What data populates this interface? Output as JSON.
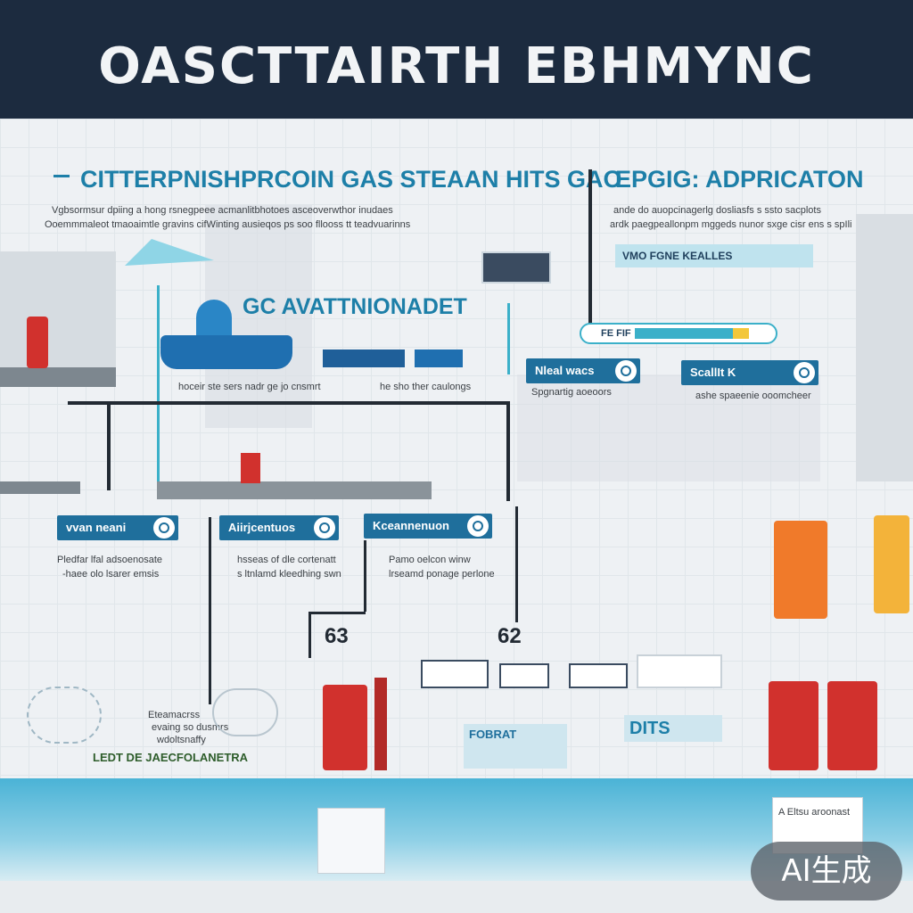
{
  "header": {
    "title": "OASCTTAIRTH EBHMYNC"
  },
  "section_top_left": {
    "headline": "CITTERPNISHPRCOIN GAS STEAAN HITS GAO",
    "body_line1": "Vgbsormsur dpiing a hong rsnegpeee acmanlitbhotoes asceoverwthor inudaes",
    "body_line2": "Ooemmmaleot tmaoaimtle gravins cifWinting ausieqos ps soo fllooss tt teadvuarinns"
  },
  "section_top_right": {
    "headline": "EPGIG: ADPRICATON",
    "body_line1": "ande do auopcinagerlg dosliasfs s ssto sacplots",
    "body_line2": "ardk paegpeallonpm mggeds nunor sxge cisr ens s spIli",
    "bar_label": "VMO FGNE KEALLES",
    "pill_label": "FE FIF"
  },
  "section_mid": {
    "headline": "GC AVATTNIONADET",
    "caption_left": "hoceir ste sers nadr ge jo cnsmrt",
    "caption_right": "he sho ther caulongs",
    "tag_a": "Nleal wacs",
    "tag_a_caption": "Spgnartig aoeoors",
    "tag_b": "ScallIt K",
    "tag_b_caption": "ashe spaeenie ooomcheer"
  },
  "tags_row": [
    {
      "label": "vvan neani",
      "line1": "Pledfar lfal adsoenosate",
      "line2": "-haee olo lsarer emsis"
    },
    {
      "label": "Aiirjcentuos",
      "line1": "hsseas of dle cortenatt",
      "line2": "s ltnlamd kleedhing swn"
    },
    {
      "label": "Kceannenuon",
      "line1": "Pamo oelcon winw",
      "line2": "lrseamd ponage perlone"
    }
  ],
  "gauges": {
    "left": "63",
    "right": "62"
  },
  "bottom": {
    "cluster_caption1": "Eteamacrss",
    "cluster_caption2": "evaing so dusmrs",
    "cluster_caption3": "wdoltsnaffy",
    "cluster_title": "LEDT DE JAECFOLANETRA",
    "panel_a": "FOBRAT",
    "panel_b": "DITS",
    "card_label": "A Eltsu aroonast"
  },
  "badge": {
    "text": "AI生成"
  },
  "colors": {
    "banner": "#1c2b3f",
    "accent_blue": "#1f6f9c",
    "headline_teal": "#1d7fa8",
    "pump_red": "#d1312d",
    "water": "#4ab3d6"
  }
}
